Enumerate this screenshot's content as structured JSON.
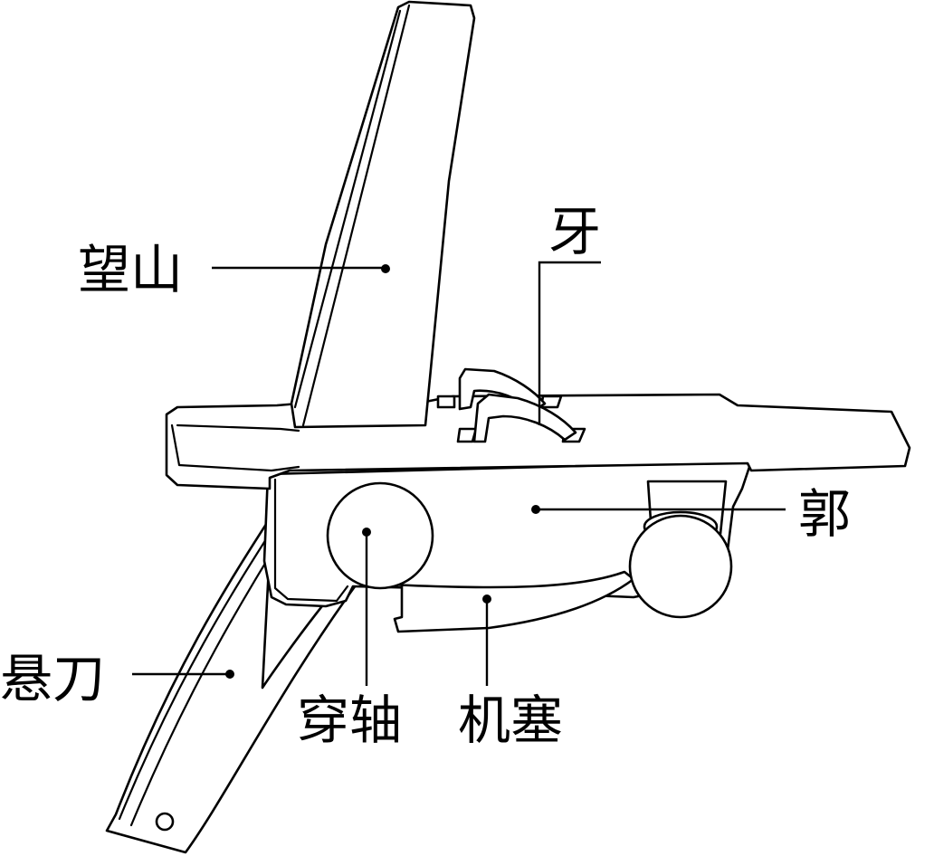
{
  "labels": {
    "wangshan": "望山",
    "ya": "牙",
    "guo": "郭",
    "xuandao": "悬刀",
    "chuanzhou": "穿轴",
    "jisai": "机塞"
  },
  "colors": {
    "line": "#000000",
    "background": "#ffffff"
  }
}
